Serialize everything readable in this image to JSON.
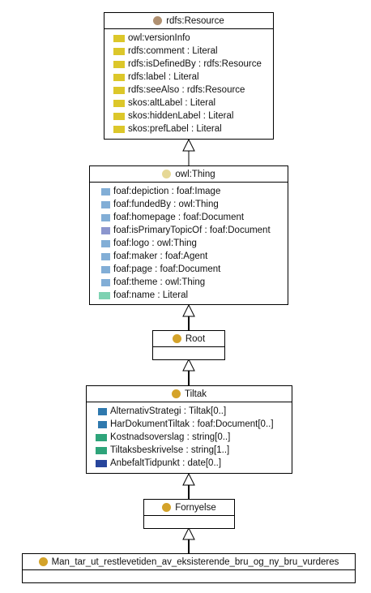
{
  "colors": {
    "resource_icon": "#b09070",
    "thing_icon": "#e6d896",
    "class_icon": "#d4a32a",
    "literal_attr": "#dcc72a",
    "object_prop": "#82aed6",
    "object_prop_alt": "#8c96ce",
    "datatype_prop": "#7ed2b2",
    "assoc_prop": "#2f79ae",
    "data_prop": "#2ea47a",
    "date_prop": "#27459c",
    "line": "#000000"
  },
  "classes": [
    {
      "id": "rdfs-resource",
      "name": "rdfs:Resource",
      "icon": "resource-class-icon",
      "attributes": [
        {
          "label": "owl:versionInfo",
          "kind": "literal_attr"
        },
        {
          "label": "rdfs:comment : Literal",
          "kind": "literal_attr"
        },
        {
          "label": "rdfs:isDefinedBy : rdfs:Resource",
          "kind": "literal_attr"
        },
        {
          "label": "rdfs:label : Literal",
          "kind": "literal_attr"
        },
        {
          "label": "rdfs:seeAlso : rdfs:Resource",
          "kind": "literal_attr"
        },
        {
          "label": "skos:altLabel : Literal",
          "kind": "literal_attr"
        },
        {
          "label": "skos:hiddenLabel : Literal",
          "kind": "literal_attr"
        },
        {
          "label": "skos:prefLabel : Literal",
          "kind": "literal_attr"
        }
      ]
    },
    {
      "id": "owl-thing",
      "name": "owl:Thing",
      "icon": "thing-class-icon",
      "attributes": [
        {
          "label": "foaf:depiction : foaf:Image",
          "kind": "object_prop"
        },
        {
          "label": "foaf:fundedBy : owl:Thing",
          "kind": "object_prop"
        },
        {
          "label": "foaf:homepage : foaf:Document",
          "kind": "object_prop"
        },
        {
          "label": "foaf:isPrimaryTopicOf : foaf:Document",
          "kind": "object_prop_alt"
        },
        {
          "label": "foaf:logo : owl:Thing",
          "kind": "object_prop"
        },
        {
          "label": "foaf:maker : foaf:Agent",
          "kind": "object_prop"
        },
        {
          "label": "foaf:page : foaf:Document",
          "kind": "object_prop"
        },
        {
          "label": "foaf:theme : owl:Thing",
          "kind": "object_prop"
        },
        {
          "label": "foaf:name : Literal",
          "kind": "datatype_prop"
        }
      ]
    },
    {
      "id": "root",
      "name": "Root",
      "icon": "class-icon",
      "attributes": []
    },
    {
      "id": "tiltak",
      "name": "Tiltak",
      "icon": "class-icon",
      "attributes": [
        {
          "label": "AlternativStrategi : Tiltak[0..]",
          "kind": "assoc_prop"
        },
        {
          "label": "HarDokumentTiltak : foaf:Document[0..]",
          "kind": "assoc_prop"
        },
        {
          "label": "Kostnadsoverslag : string[0..]",
          "kind": "data_prop"
        },
        {
          "label": "Tiltaksbeskrivelse : string[1..]",
          "kind": "data_prop"
        },
        {
          "label": "AnbefaltTidpunkt : date[0..]",
          "kind": "date_prop"
        }
      ]
    },
    {
      "id": "fornyelse",
      "name": "Fornyelse",
      "icon": "class-icon",
      "attributes": []
    },
    {
      "id": "man-tar-ut",
      "name": "Man_tar_ut_restlevetiden_av_eksisterende_bru_og_ny_bru_vurderes",
      "icon": "class-icon",
      "attributes": []
    }
  ]
}
